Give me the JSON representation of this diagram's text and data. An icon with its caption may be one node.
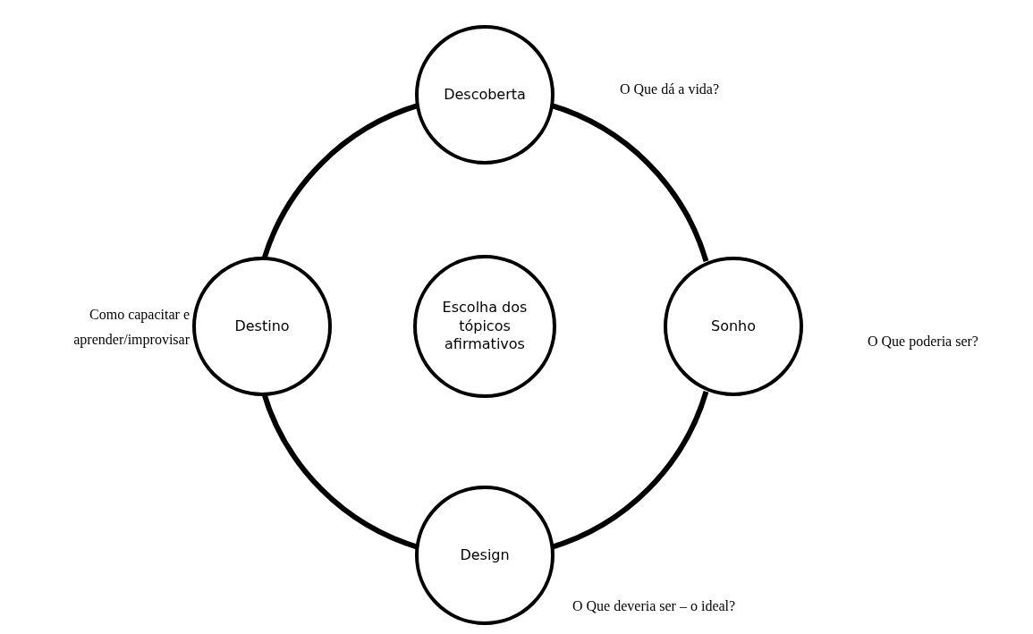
{
  "diagram": {
    "nodes": [
      {
        "text": [
          "Descoberta"
        ]
      },
      {
        "text": [
          "Destino"
        ]
      },
      {
        "text": [
          "Escolha dos tópicos afirmativos"
        ]
      },
      {
        "text": [
          "Sonho"
        ]
      },
      {
        "text": [
          "Design"
        ]
      }
    ],
    "edges": [
      {
        "from": 0,
        "to": 3,
        "arrow": "none"
      },
      {
        "from": 3,
        "to": 4,
        "arrow": "none"
      },
      {
        "from": 4,
        "to": 1,
        "arrow": "none"
      },
      {
        "from": 1,
        "to": 0,
        "arrow": "none"
      }
    ],
    "labels": [
      "O Que dá a vida?",
      "Como capacitar e aprender/improvisar",
      "O Que poderia ser?",
      "O Que deveria ser – o ideal?"
    ]
  }
}
